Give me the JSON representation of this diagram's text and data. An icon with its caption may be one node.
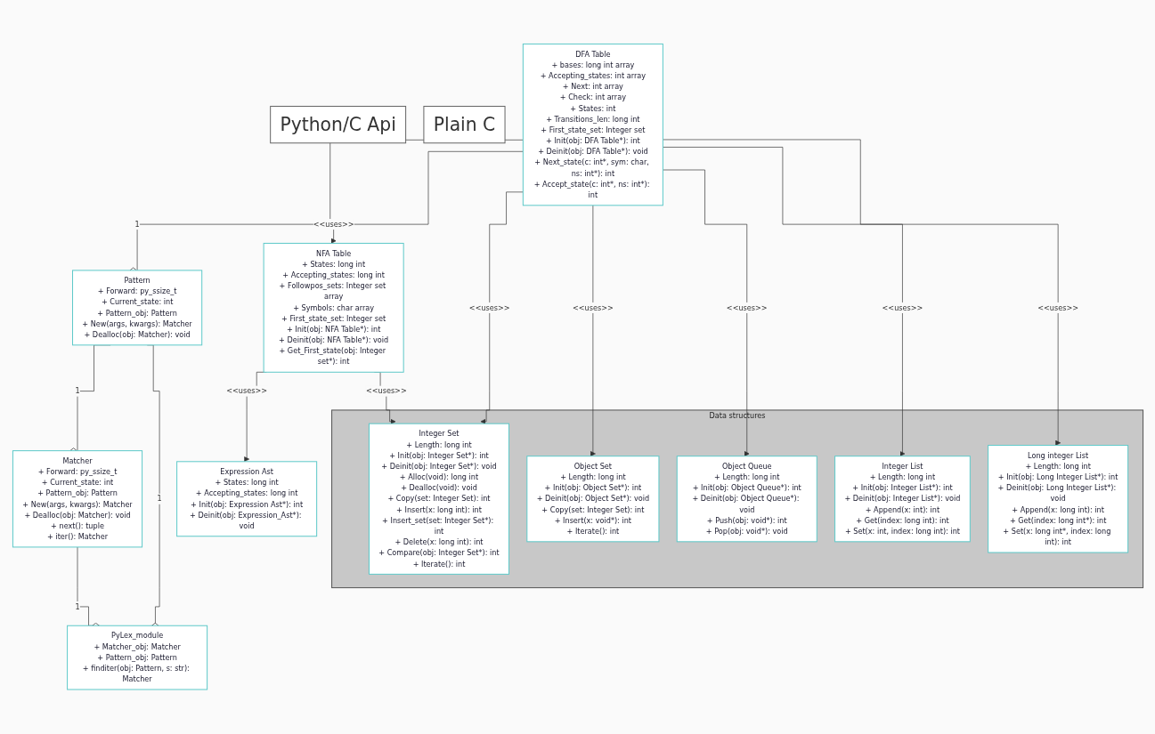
{
  "diagram": {
    "nodes": [
      {
        "text": [
          "Python/C Api"
        ]
      },
      {
        "text": [
          "PyLex_module",
          "+ Matcher_obj: Matcher",
          "+ Pattern_obj: Pattern",
          "+ finditer(obj: Pattern, s: str): Matcher"
        ]
      },
      {
        "text": [
          "Matcher",
          "+ Forward: py_ssize_t",
          "+ Current_state: int",
          "+ Pattern_obj: Pattern",
          "+ New(args, kwargs): Matcher",
          "+ Dealloc(obj: Matcher): void",
          "+ next(): tuple",
          "+ iter(): Matcher"
        ]
      },
      {
        "text": [
          "Pattern",
          "+ Forward: py_ssize_t",
          "+ Current_state: int",
          "+ Pattern_obj: Pattern",
          "+ New(args, kwargs): Matcher",
          "+ Dealloc(obj: Matcher): void"
        ]
      },
      {
        "text": [
          "Plain C"
        ]
      },
      {
        "text": [
          "Expression Ast",
          "+ States: long int",
          "+ Accepting_states: long int",
          "+ Init(obj: Expression Ast*): int",
          "+ Deinit(obj: Expression_Ast*): void"
        ]
      },
      {
        "text": [
          "NFA Table",
          "+ States: long int",
          "+ Accepting_states: long int",
          "+ Followpos_sets: Integer set array",
          "+ Symbols: char array",
          "+ First_state_set: Integer set",
          "+ Init(obj: NFA Table*): int",
          "+ Deinit(obj: NFA Table*): void",
          "+ Get_First_state(obj: Integer set*): int"
        ]
      },
      {
        "text": [
          "DFA Table",
          "+ bases: long int array",
          "+ Accepting_states: int array",
          "+ Next: int array",
          "+ Check: int array",
          "+ States: int",
          "+ Transitions_len: long int",
          "+ First_state_set: Integer set",
          "+ Init(obj: DFA Table*): int",
          "+ Deinit(obj: DFA Table*): void",
          "+ Next_state(c: int*, sym: char, ns: int*): int",
          "+ Accept_state(c: int*, ns: int*): int"
        ]
      },
      {
        "text": [
          "Data structures"
        ]
      },
      {
        "text": [
          "Integer Set",
          "+ Length: long int",
          "+ Init(obj: Integer Set*): int",
          "+ Deinit(obj: Integer Set*): void",
          "+ Alloc(void): long int",
          "+ Dealloc(void): void",
          "+ Copy(set: Integer Set): int",
          "+ Insert(x: long int): int",
          "+ Insert_set(set: Integer Set*): int",
          "+ Delete(x: long int): int",
          "+ Compare(obj: Integer Set*): int",
          "+ Iterate(): int"
        ],
        "in": 8
      },
      {
        "text": [
          "Integer List",
          "+ Length: long int",
          "+ Init(obj: Integer List*): int",
          "+ Deinit(obj: Integer List*): void",
          "+ Append(x: int): int",
          "+ Get(index: long int): int",
          "+ Set(x: int, index: long int): int"
        ],
        "in": 8
      },
      {
        "text": [
          "Object Set",
          "+ Length: long int",
          "+ Init(obj: Object Set*): int",
          "+ Deinit(obj: Object Set*): void",
          "+ Copy(set: Integer Set): int",
          "+ Insert(x: void*): int",
          "+ Iterate(): int"
        ],
        "in": 8
      },
      {
        "text": [
          "Object Queue",
          "+ Length: long int",
          "+ Init(obj: Object Queue*): int",
          "+ Deinit(obj: Object Queue*): void",
          "+ Push(obj: void*): int",
          "+ Pop(obj: void*): void"
        ],
        "in": 8
      },
      {
        "text": [
          "Long integer List",
          "+ Length: long int",
          "+ Init(obj: Long Integer List*): int",
          "+ Deinit(obj: Long Integer List*): void",
          "+ Append(x: long int): int",
          "+ Get(index: long int*): int",
          "+ Set(x: long int*, index: long int): int"
        ],
        "in": 8
      }
    ],
    "edges": [
      {
        "from": 2,
        "to": 1,
        "arrow": "other",
        "label": "1"
      },
      {
        "from": 3,
        "to": 2,
        "arrow": "other",
        "label": "1"
      },
      {
        "from": 3,
        "to": 1,
        "arrow": "other",
        "label": "1"
      },
      {
        "from": 7,
        "to": 3,
        "arrow": "other",
        "label": "1"
      },
      {
        "from": 6,
        "to": 5,
        "arrow": "to",
        "label": "<<uses>>"
      },
      {
        "from": 7,
        "to": 6,
        "arrow": "to",
        "label": "<<uses>>"
      },
      {
        "from": 6,
        "to": 9,
        "arrow": "to",
        "label": "<<uses>>"
      },
      {
        "from": 7,
        "to": 9,
        "arrow": "to",
        "label": "<<uses>>"
      },
      {
        "from": 7,
        "to": 11,
        "arrow": "to",
        "label": "<<uses>>"
      },
      {
        "from": 7,
        "to": 12,
        "arrow": "to",
        "label": "<<uses>>"
      },
      {
        "from": 7,
        "to": 10,
        "arrow": "to",
        "label": "<<uses>>"
      },
      {
        "from": 7,
        "to": 13,
        "arrow": "to",
        "label": "<<uses>>"
      }
    ]
  }
}
